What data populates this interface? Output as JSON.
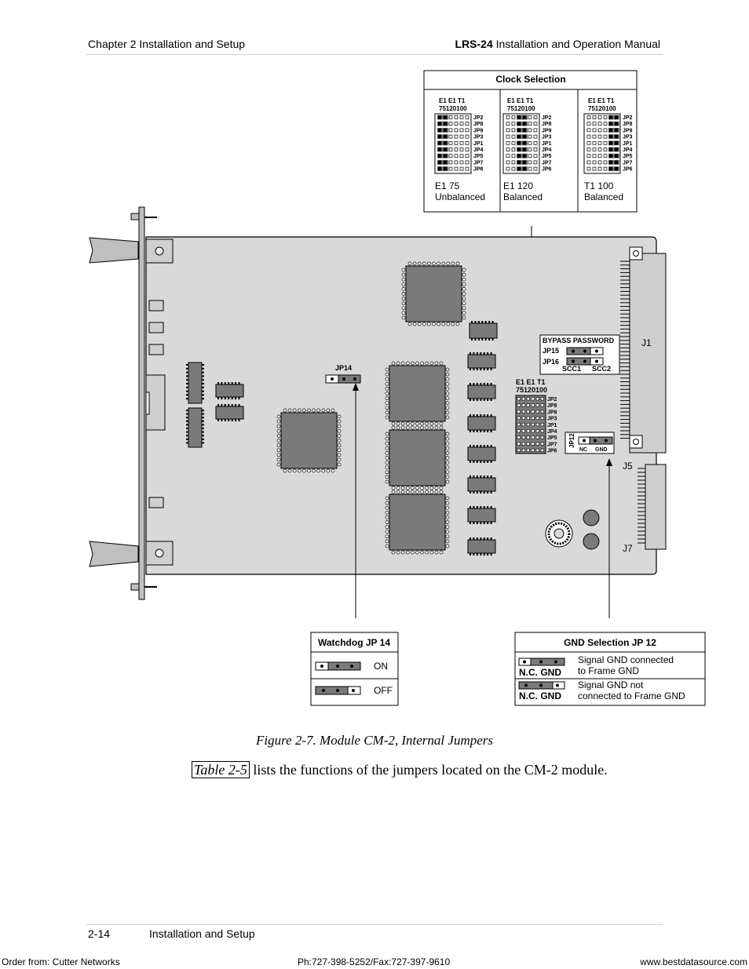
{
  "header": {
    "chapter": "Chapter 2  Installation and Setup",
    "manual_bold": "LRS-24",
    "manual_rest": " Installation and Operation Manual"
  },
  "clock_box": {
    "title": "Clock Selection",
    "col_header_top": "E1 E1  T1",
    "col_header_bottom": "75120100",
    "jumper_labels": [
      "JP2",
      "JP8",
      "JP9",
      "JP3",
      "JP1",
      "JP4",
      "JP5",
      "JP7",
      "JP6"
    ],
    "panels": [
      {
        "line1": "E1 75",
        "line2": "Unbalanced"
      },
      {
        "line1": "E1 120",
        "line2": "Balanced"
      },
      {
        "line1": "T1 100",
        "line2": "Balanced"
      }
    ]
  },
  "board": {
    "jp14": "JP14",
    "bypass": "BYPASS  PASSWORD",
    "jp15": "JP15",
    "jp16": "JP16",
    "scc1": "SCC1",
    "scc2": "SCC2",
    "block_header_top": "E1 E1  T1",
    "block_header_bottom": "75120100",
    "jp12": "JP12",
    "nc": "NC",
    "gnd": "GND",
    "j1": "J1",
    "j5": "J5",
    "j7": "J7"
  },
  "watchdog_box": {
    "title": "Watchdog JP 14",
    "on": "ON",
    "off": "OFF"
  },
  "gnd_box": {
    "title": "GND Selection JP 12",
    "row_label": "N.C.  GND",
    "row1_line1": "Signal GND connected",
    "row1_line2": "to Frame GND",
    "row2_line1": "Signal GND not",
    "row2_line2": "connected to Frame GND"
  },
  "caption": "Figure 2-7.  Module CM-2, Internal Jumpers",
  "paragraph": {
    "xref": "Table 2-5",
    "rest": " lists the functions of the jumpers located on the CM-2 module."
  },
  "footer": {
    "page": "2-14",
    "section": "Installation and Setup",
    "order": "Order from: Cutter Networks",
    "phone": "Ph:727-398-5252/Fax:727-397-9610",
    "web": "www.bestdatasource.com"
  },
  "colors": {
    "board": "#d9d9d9",
    "chip": "#7a7a7a",
    "line": "#000000"
  }
}
